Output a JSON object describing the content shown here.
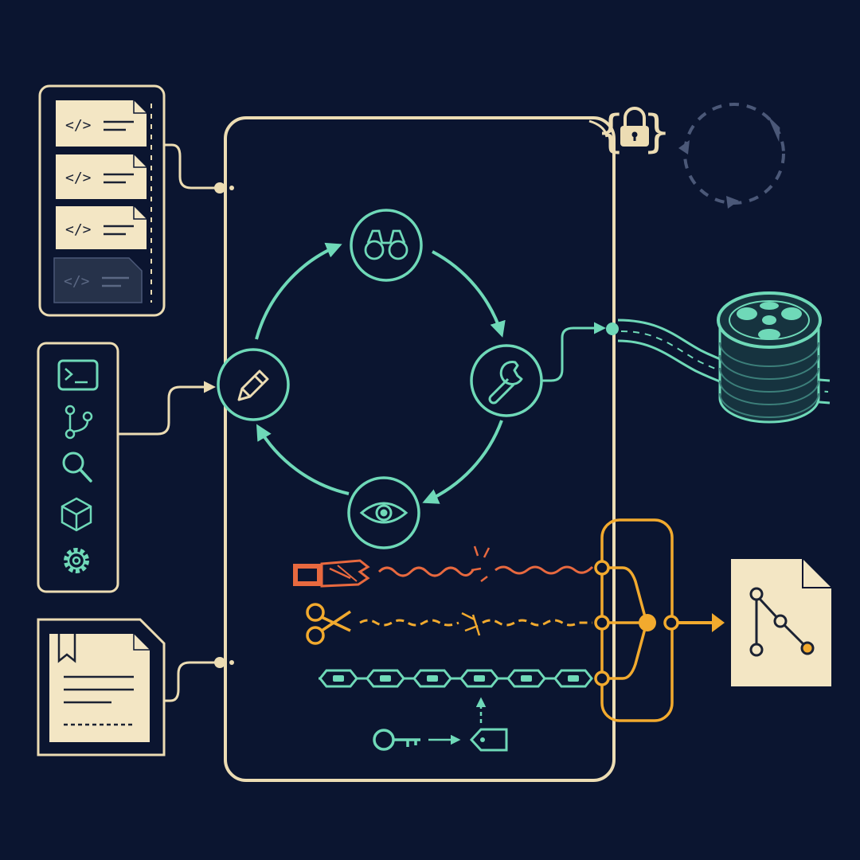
{
  "diagram": {
    "colors": {
      "background": "#0b1530",
      "cream": "#f3e6c4",
      "cream_stroke": "#ecdcb3",
      "teal": "#6fd9b8",
      "amber": "#f2aa2e",
      "coral": "#e8693f",
      "muted": "#4b5878",
      "ink": "#1b2233"
    },
    "file_stack": {
      "card_glyph": "</>",
      "cards": [
        {
          "state": "active"
        },
        {
          "state": "active"
        },
        {
          "state": "active"
        },
        {
          "state": "faded"
        }
      ]
    },
    "toolbox": {
      "tools": [
        {
          "icon": "terminal-icon"
        },
        {
          "icon": "git-branch-icon"
        },
        {
          "icon": "search-icon"
        },
        {
          "icon": "cube-icon"
        },
        {
          "icon": "gear-icon"
        }
      ]
    },
    "cycle": {
      "nodes": [
        {
          "icon": "binoculars-icon",
          "position": "top"
        },
        {
          "icon": "wrench-icon",
          "position": "right"
        },
        {
          "icon": "eye-icon",
          "position": "bottom"
        },
        {
          "icon": "pencil-icon",
          "position": "left"
        }
      ],
      "direction": "clockwise"
    },
    "header_badge": {
      "left_brace": "{",
      "right_brace": "}",
      "icon": "padlock-icon"
    },
    "idle_loop": {
      "style": "dashed",
      "direction": "clockwise"
    },
    "threads": [
      {
        "tool": "frayed-rope-icon",
        "line": "wavy",
        "color": "coral",
        "break": true
      },
      {
        "tool": "scissors-icon",
        "line": "dashed-wavy",
        "color": "amber",
        "break": true
      },
      {
        "tool": "chain-tags-icon",
        "line": "straight",
        "color": "teal",
        "links": 6
      }
    ],
    "merge": {
      "output_icon": "git-graph-file-icon"
    },
    "key_link": {
      "from": "key-icon",
      "to": "tag-icon"
    },
    "spool": {
      "icon": "film-reel-icon"
    }
  }
}
